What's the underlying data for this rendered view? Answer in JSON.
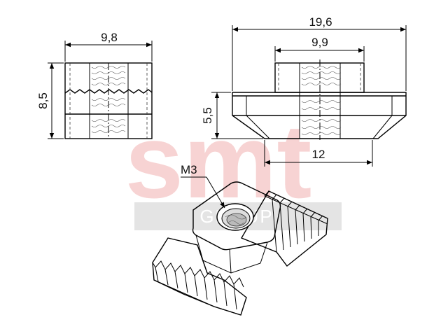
{
  "watermark": {
    "main": "smt",
    "sub": "GROUP",
    "color": "#f1b0b0"
  },
  "dimensions": {
    "front_width": "9,8",
    "front_height": "8,5",
    "side_total_width": "19,6",
    "side_top_width": "9,9",
    "side_height": "5,5",
    "side_bottom_width": "12"
  },
  "thread_label": "M3"
}
